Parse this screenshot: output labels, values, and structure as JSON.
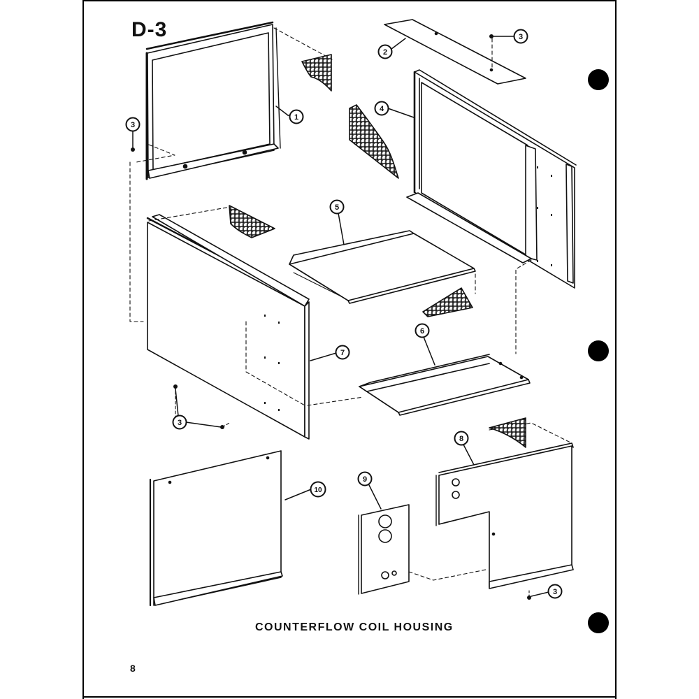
{
  "page_label": "D-3",
  "caption": "COUNTERFLOW COIL HOUSING",
  "page_number": "8",
  "callouts": {
    "c1": "1",
    "c2": "2",
    "c3_top_right": "3",
    "c3_left": "3",
    "c4": "4",
    "c5": "5",
    "c6": "6",
    "c7": "7",
    "c3_bottom_left": "3",
    "c8": "8",
    "c9": "9",
    "c10": "10",
    "c3_bottom_right": "3"
  },
  "colors": {
    "ink": "#111111",
    "paper": "#ffffff",
    "speckle": "#555555"
  }
}
